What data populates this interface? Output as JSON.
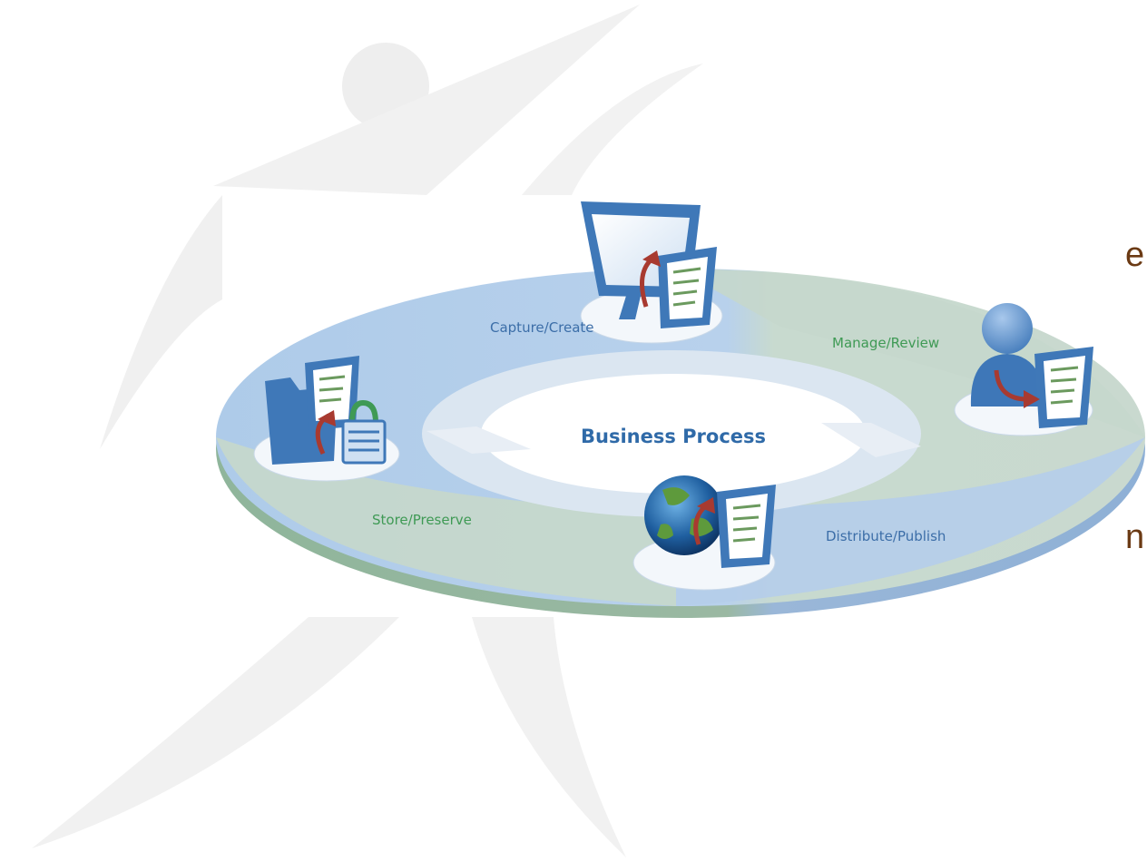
{
  "left_fragments": {
    "line1": "e",
    "line2": "n"
  },
  "diagram": {
    "center_label": "Business Process",
    "stages": [
      {
        "id": "capture",
        "label": "Capture/Create",
        "icon": "monitor-document-icon"
      },
      {
        "id": "manage",
        "label": "Manage/Review",
        "icon": "user-document-icon"
      },
      {
        "id": "distribute",
        "label": "Distribute/Publish",
        "icon": "globe-document-icon"
      },
      {
        "id": "store",
        "label": "Store/Preserve",
        "icon": "folder-lock-icon"
      }
    ]
  },
  "colors": {
    "blue_label": "#3c6ea8",
    "green_label": "#3f9a55",
    "center_label": "#2f6aa8",
    "ring_blue": "#b8cfe8",
    "ring_green": "#c7d9cd",
    "fragment_text": "#6b3a14"
  }
}
